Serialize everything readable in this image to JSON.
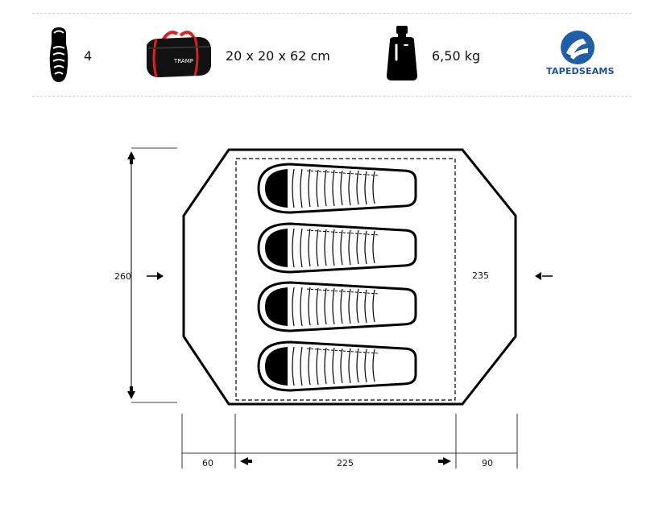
{
  "specs": {
    "persons": "4",
    "pack_size": "20 x 20 x 62 cm",
    "weight": "6,50 kg",
    "feature_logo_text": "TAPEDSEAMS"
  },
  "bag_logo": "TRAMP",
  "dimensions": {
    "total_depth": "260",
    "inner_depth": "235",
    "vestibule_left": "60",
    "inner_length": "225",
    "vestibule_right": "90"
  },
  "sleeping_bags": 4
}
